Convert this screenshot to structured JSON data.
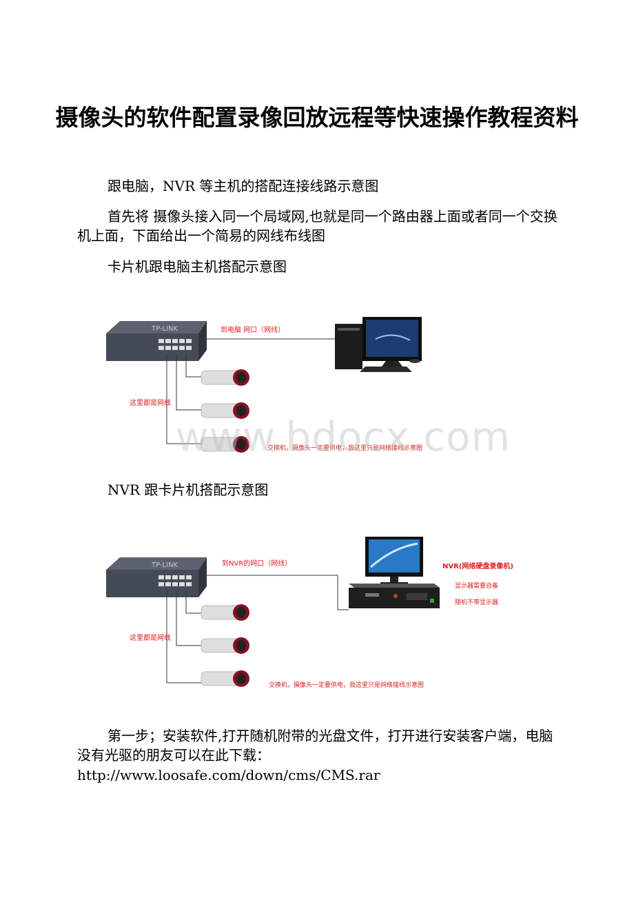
{
  "doc": {
    "title": "摄像头的软件配置录像回放远程等快速操作教程资料",
    "p1": "跟电脑，NVR 等主机的搭配连接线路示意图",
    "p2": "首先将 摄像头接入同一个局域网,也就是同一个路由器上面或者同一个交换机上面，下面给出一个简易的网线布线图",
    "p3": "卡片机跟电脑主机搭配示意图",
    "p4": "NVR 跟卡片机搭配示意图",
    "p5": "第一步；安装软件,打开随机附带的光盘文件，打开进行安装客户端，电脑没有光驱的朋友可以在此下载：",
    "p6": "http://www.loosafe.com/down/cms/CMS.rar"
  },
  "diagram1": {
    "label_top": "到电脑 网口（网线）",
    "label_left": "这里都是网线",
    "label_bottom": "交换机，摄像头一定要供电，我这里只是网络接线示意图",
    "switch_brand": "TP-LINK"
  },
  "diagram2": {
    "label_top": "到NVR的网口（网线）",
    "label_left": "这里都是网线",
    "label_bottom": "交换机，摄像头一定要供电，我这里只是网络接线示意图",
    "nvr_title": "NVR(网络硬盘录像机)",
    "nvr_note1": "显示器需要自备",
    "nvr_note2": "随机不带显示器",
    "switch_brand": "TP-LINK"
  },
  "watermark": "www.bdocx.com"
}
